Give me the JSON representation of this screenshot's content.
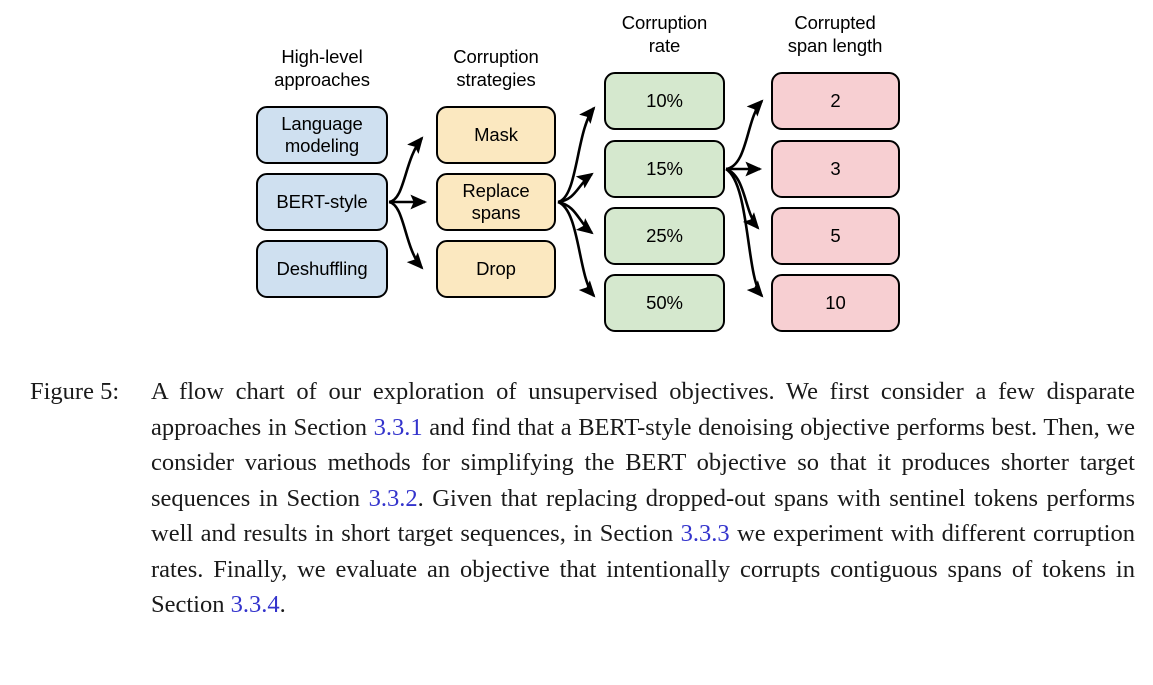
{
  "figure": {
    "columns": [
      {
        "id": "high-level-approaches",
        "header": "High-level\napproaches",
        "color": "#cfe0f0"
      },
      {
        "id": "corruption-strategies",
        "header": "Corruption\nstrategies",
        "color": "#fbe8c0"
      },
      {
        "id": "corruption-rate",
        "header": "Corruption\nrate",
        "color": "#d5e8ce"
      },
      {
        "id": "corrupted-span-length",
        "header": "Corrupted\nspan length",
        "color": "#f7cfd2"
      }
    ],
    "nodes": {
      "approaches": [
        "Language\nmodeling",
        "BERT-style",
        "Deshuffling"
      ],
      "strategies": [
        "Mask",
        "Replace\nspans",
        "Drop"
      ],
      "rates": [
        "10%",
        "15%",
        "25%",
        "50%"
      ],
      "span_lengths": [
        "2",
        "3",
        "5",
        "10"
      ]
    },
    "edges": [
      {
        "from": "BERT-style",
        "to": "Mask"
      },
      {
        "from": "BERT-style",
        "to": "Replace spans"
      },
      {
        "from": "BERT-style",
        "to": "Drop"
      },
      {
        "from": "Replace spans",
        "to": "10%"
      },
      {
        "from": "Replace spans",
        "to": "15%"
      },
      {
        "from": "Replace spans",
        "to": "25%"
      },
      {
        "from": "Replace spans",
        "to": "50%"
      },
      {
        "from": "15%",
        "to": "2"
      },
      {
        "from": "15%",
        "to": "3"
      },
      {
        "from": "15%",
        "to": "5"
      },
      {
        "from": "15%",
        "to": "10"
      }
    ],
    "colors": {
      "blue_fill": "#cfe0f0",
      "yellow_fill": "#fbe8c0",
      "green_fill": "#d5e8ce",
      "pink_fill": "#f7cfd2",
      "stroke": "#000000",
      "background": "#ffffff"
    }
  },
  "caption": {
    "label": "Figure 5:",
    "line1_a": "A flow chart of our exploration of unsupervised objectives. We first consider a few disparate approaches in Section ",
    "ref1": "3.3.1",
    "line1_b": " and find that a BERT-style denoising objective performs best. Then, we consider various methods for simplifying the BERT objective so that it produces shorter target sequences in Section ",
    "ref2": "3.3.2",
    "line1_c": ". Given that replacing dropped-out spans with sentinel tokens performs well and results in short target sequences, in Section ",
    "ref3": "3.3.3",
    "line1_d": " we experiment with different corruption rates. Finally, we evaluate an objective that intentionally corrupts contiguous spans of tokens in Section ",
    "ref4": "3.3.4",
    "line1_e": ".",
    "link_color": "#3333cc"
  }
}
